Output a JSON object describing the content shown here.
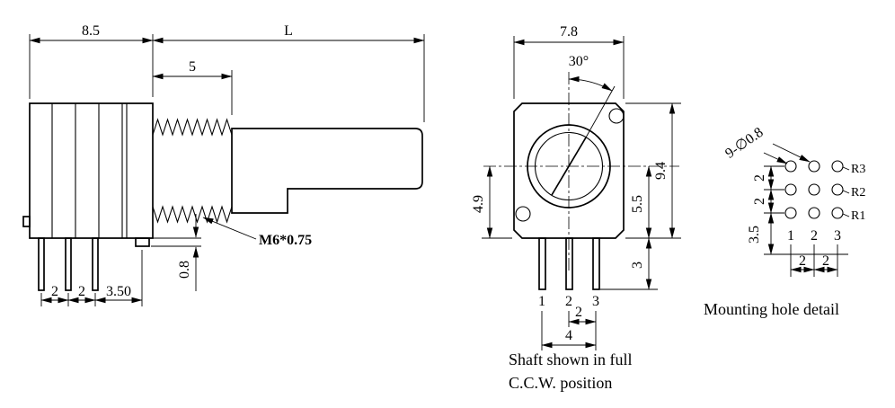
{
  "page": {
    "background": "#ffffff",
    "ink": "#000000"
  },
  "side_view": {
    "dim_body_width": "8.5",
    "dim_total_length": "L",
    "dim_thread_length": "5",
    "thread_spec": "M6*0.75",
    "dim_tab_thickness": "0.8",
    "dim_pin_pitch_a": "2",
    "dim_pin_pitch_b": "2",
    "dim_pin_to_edge": "3.50"
  },
  "front_view": {
    "dim_body_width": "7.8",
    "dim_flat_angle": "30°",
    "dim_center_to_bottom": "4.9",
    "dim_body_height": "9.4",
    "dim_center_to_base": "5.5",
    "dim_pin_length": "3",
    "pin_labels": [
      "1",
      "2",
      "3"
    ],
    "dim_pin_pitch": "2",
    "dim_pin_span": "4",
    "caption_line1": "Shaft shown in full",
    "caption_line2": "C.C.W. position"
  },
  "mounting_detail": {
    "hole_spec": "9-∅0.8",
    "row_labels": [
      "R3",
      "R2",
      "R1"
    ],
    "col_labels": [
      "1",
      "2",
      "3"
    ],
    "dim_row_gap_a": "2",
    "dim_row_gap_b": "2",
    "dim_base_offset": "3.5",
    "dim_col_gap_a": "2",
    "dim_col_gap_b": "2",
    "caption": "Mounting hole detail"
  }
}
